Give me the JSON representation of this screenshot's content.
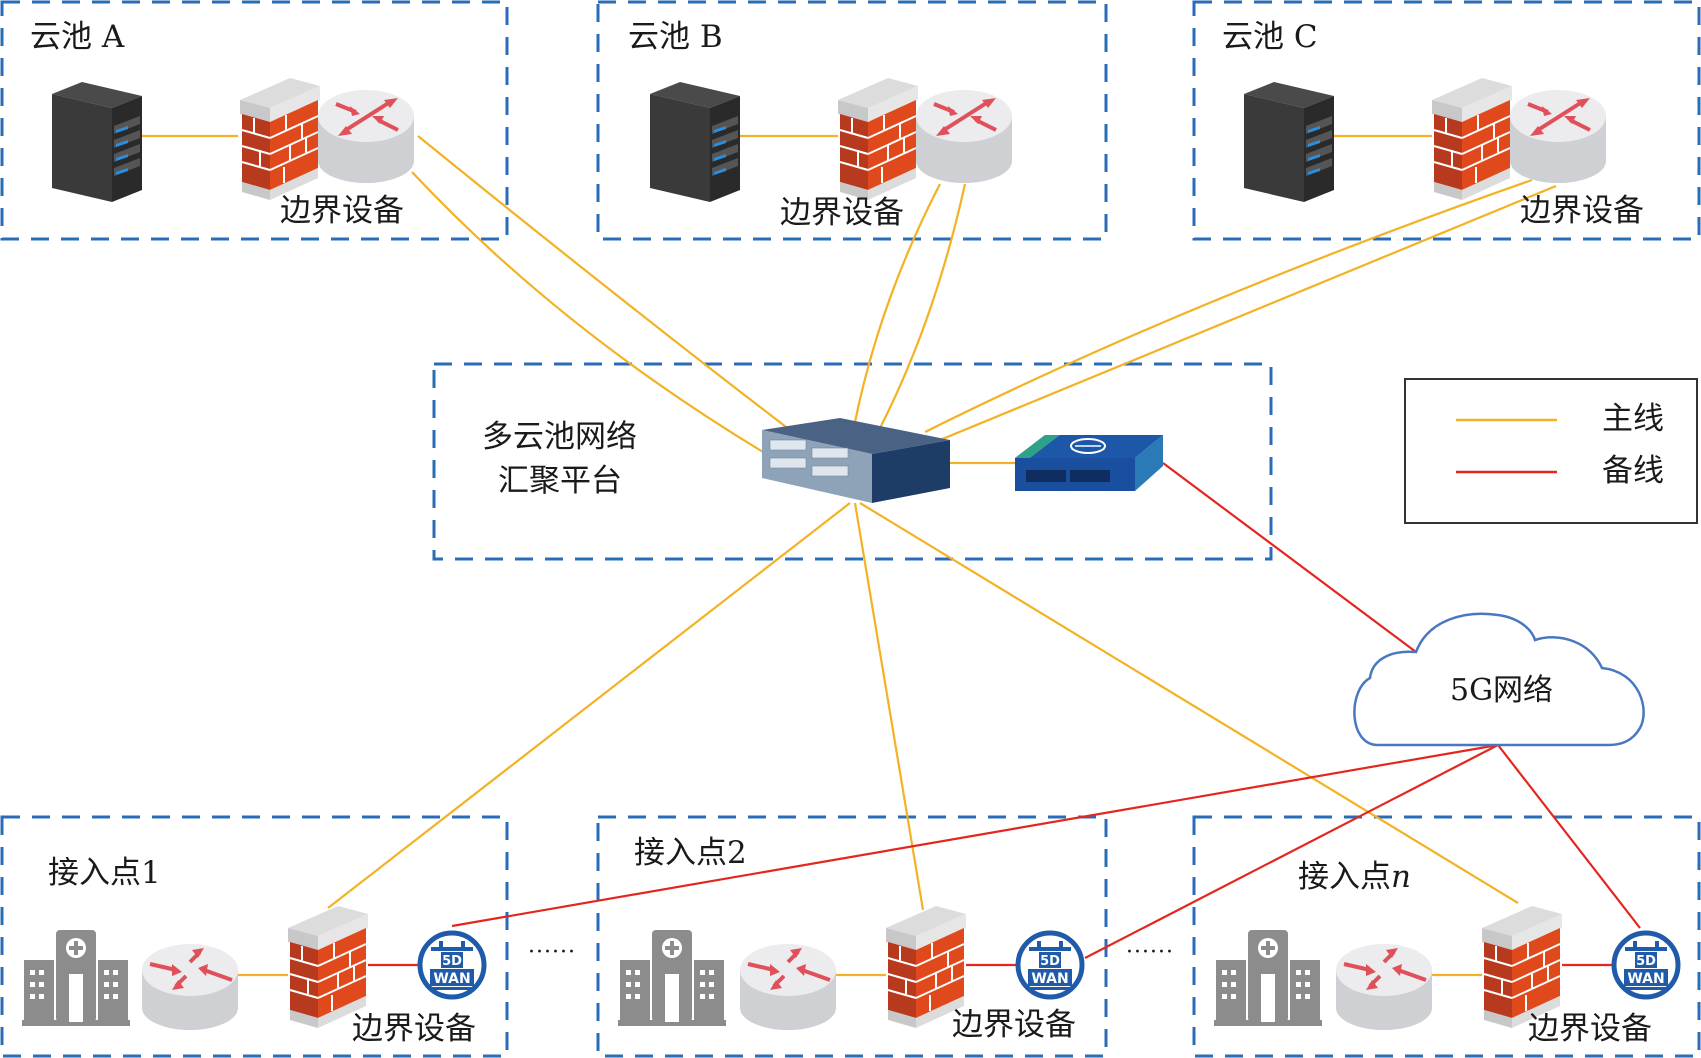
{
  "colors": {
    "main_line": "#f2b224",
    "backup_line": "#e3261e",
    "box_border": "#2a6cb8",
    "cloud_border": "#4a78c0",
    "legend_border": "#333333"
  },
  "cloud_pools": [
    {
      "title": "云池 A",
      "device_label": "边界设备"
    },
    {
      "title": "云池 B",
      "device_label": "边界设备"
    },
    {
      "title": "云池 C",
      "device_label": "边界设备"
    }
  ],
  "platform": {
    "title_line1": "多云池网络",
    "title_line2": "汇聚平台"
  },
  "cloud_5g": {
    "label": "5G网络"
  },
  "legend": {
    "items": [
      {
        "label": "主线",
        "type": "main"
      },
      {
        "label": "备线",
        "type": "backup"
      }
    ]
  },
  "access_points": [
    {
      "title_prefix": "接入点",
      "title_suffix": "1",
      "italic": false,
      "device_label": "边界设备"
    },
    {
      "title_prefix": "接入点",
      "title_suffix": "2",
      "italic": false,
      "device_label": "边界设备"
    },
    {
      "title_prefix": "接入点",
      "title_suffix": "n",
      "italic": true,
      "device_label": "边界设备"
    }
  ],
  "ellipsis": "······",
  "icons": {
    "server": "server-tower-icon",
    "firewall": "brick-firewall-icon",
    "router": "router-icon",
    "switch": "aggregation-switch-icon",
    "gateway": "5g-gateway-icon",
    "hospital": "hospital-building-icon",
    "sdwan": "sdwan-icon"
  }
}
